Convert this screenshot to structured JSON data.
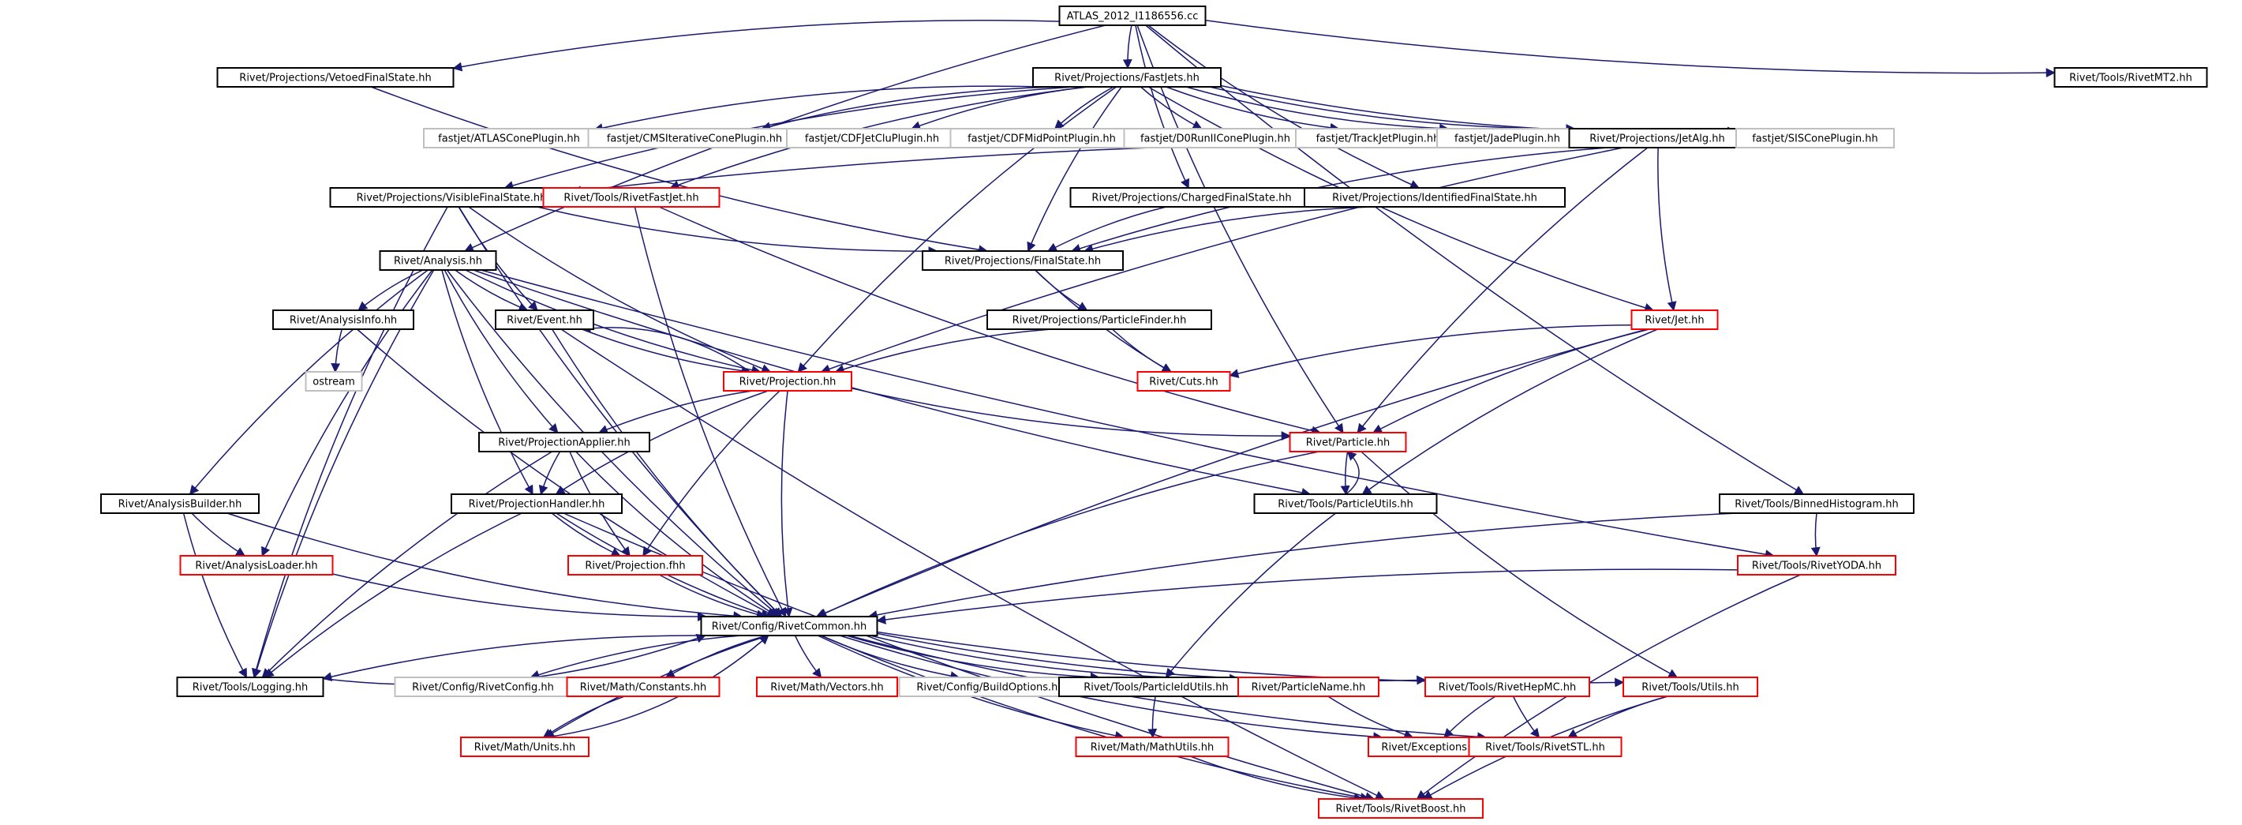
{
  "diagram": {
    "type": "include-dependency-graph",
    "colors": {
      "root_fill": "#bfbfbf",
      "documented_border": "#000000",
      "undocumented_border": "#ff0000",
      "external_border": "#bfbfbf",
      "edge": "#191970"
    },
    "nodes": [
      {
        "id": "root",
        "label": "ATLAS_2012_I1186556.cc",
        "kind": "root"
      },
      {
        "id": "vetoed",
        "label": "Rivet/Projections/VetoedFinalState.hh",
        "kind": "doc"
      },
      {
        "id": "fastjets",
        "label": "Rivet/Projections/FastJets.hh",
        "kind": "doc"
      },
      {
        "id": "mt2",
        "label": "Rivet/Tools/RivetMT2.hh",
        "kind": "doc"
      },
      {
        "id": "atlascone",
        "label": "fastjet/ATLASConePlugin.hh",
        "kind": "ext"
      },
      {
        "id": "cmsiter",
        "label": "fastjet/CMSIterativeConePlugin.hh",
        "kind": "ext"
      },
      {
        "id": "cdfjetclu",
        "label": "fastjet/CDFJetCluPlugin.hh",
        "kind": "ext"
      },
      {
        "id": "cdfmid",
        "label": "fastjet/CDFMidPointPlugin.hh",
        "kind": "ext"
      },
      {
        "id": "d0run",
        "label": "fastjet/D0RunIIConePlugin.hh",
        "kind": "ext"
      },
      {
        "id": "trackjet",
        "label": "fastjet/TrackJetPlugin.hh",
        "kind": "ext"
      },
      {
        "id": "jade",
        "label": "fastjet/JadePlugin.hh",
        "kind": "ext"
      },
      {
        "id": "jetalg",
        "label": "Rivet/Projections/JetAlg.hh",
        "kind": "doc"
      },
      {
        "id": "siscone",
        "label": "fastjet/SISConePlugin.hh",
        "kind": "ext"
      },
      {
        "id": "visiblefs",
        "label": "Rivet/Projections/VisibleFinalState.hh",
        "kind": "doc"
      },
      {
        "id": "rivetfastjet",
        "label": "Rivet/Tools/RivetFastJet.hh",
        "kind": "undoc"
      },
      {
        "id": "chargedfs",
        "label": "Rivet/Projections/ChargedFinalState.hh",
        "kind": "doc"
      },
      {
        "id": "identfs",
        "label": "Rivet/Projections/IdentifiedFinalState.hh",
        "kind": "doc"
      },
      {
        "id": "analysis",
        "label": "Rivet/Analysis.hh",
        "kind": "doc"
      },
      {
        "id": "finalstate",
        "label": "Rivet/Projections/FinalState.hh",
        "kind": "doc"
      },
      {
        "id": "analysisinfo",
        "label": "Rivet/AnalysisInfo.hh",
        "kind": "doc"
      },
      {
        "id": "event",
        "label": "Rivet/Event.hh",
        "kind": "doc"
      },
      {
        "id": "particlefinder",
        "label": "Rivet/Projections/ParticleFinder.hh",
        "kind": "doc"
      },
      {
        "id": "jet",
        "label": "Rivet/Jet.hh",
        "kind": "undoc"
      },
      {
        "id": "ostream",
        "label": "ostream",
        "kind": "ext"
      },
      {
        "id": "projection",
        "label": "Rivet/Projection.hh",
        "kind": "undoc"
      },
      {
        "id": "cuts",
        "label": "Rivet/Cuts.hh",
        "kind": "undoc"
      },
      {
        "id": "projapplier",
        "label": "Rivet/ProjectionApplier.hh",
        "kind": "doc"
      },
      {
        "id": "particle",
        "label": "Rivet/Particle.hh",
        "kind": "undoc"
      },
      {
        "id": "analysisbuilder",
        "label": "Rivet/AnalysisBuilder.hh",
        "kind": "doc"
      },
      {
        "id": "projhandler",
        "label": "Rivet/ProjectionHandler.hh",
        "kind": "doc"
      },
      {
        "id": "particleutils",
        "label": "Rivet/Tools/ParticleUtils.hh",
        "kind": "doc"
      },
      {
        "id": "binnedhisto",
        "label": "Rivet/Tools/BinnedHistogram.hh",
        "kind": "doc"
      },
      {
        "id": "analysisloader",
        "label": "Rivet/AnalysisLoader.hh",
        "kind": "undoc"
      },
      {
        "id": "projfhh",
        "label": "Rivet/Projection.fhh",
        "kind": "undoc"
      },
      {
        "id": "rivetyoda",
        "label": "Rivet/Tools/RivetYODA.hh",
        "kind": "undoc"
      },
      {
        "id": "common",
        "label": "Rivet/Config/RivetCommon.hh",
        "kind": "doc"
      },
      {
        "id": "logging",
        "label": "Rivet/Tools/Logging.hh",
        "kind": "doc"
      },
      {
        "id": "rivetconfig",
        "label": "Rivet/Config/RivetConfig.hh",
        "kind": "ext"
      },
      {
        "id": "constants",
        "label": "Rivet/Math/Constants.hh",
        "kind": "undoc"
      },
      {
        "id": "vectors",
        "label": "Rivet/Math/Vectors.hh",
        "kind": "undoc"
      },
      {
        "id": "buildoptions",
        "label": "Rivet/Config/BuildOptions.hh",
        "kind": "ext"
      },
      {
        "id": "particleidutils",
        "label": "Rivet/Tools/ParticleIdUtils.hh",
        "kind": "doc"
      },
      {
        "id": "particlename",
        "label": "Rivet/ParticleName.hh",
        "kind": "undoc"
      },
      {
        "id": "rivethepmc",
        "label": "Rivet/Tools/RivetHepMC.hh",
        "kind": "undoc"
      },
      {
        "id": "utils",
        "label": "Rivet/Tools/Utils.hh",
        "kind": "undoc"
      },
      {
        "id": "units",
        "label": "Rivet/Math/Units.hh",
        "kind": "undoc"
      },
      {
        "id": "mathutils",
        "label": "Rivet/Math/MathUtils.hh",
        "kind": "undoc"
      },
      {
        "id": "exceptions",
        "label": "Rivet/Exceptions.hh",
        "kind": "undoc"
      },
      {
        "id": "rivetstl",
        "label": "Rivet/Tools/RivetSTL.hh",
        "kind": "undoc"
      },
      {
        "id": "rivetboost",
        "label": "Rivet/Tools/RivetBoost.hh",
        "kind": "undoc"
      }
    ],
    "edges": [
      [
        "root",
        "vetoed"
      ],
      [
        "root",
        "fastjets"
      ],
      [
        "root",
        "mt2"
      ],
      [
        "root",
        "analysis"
      ],
      [
        "root",
        "chargedfs"
      ],
      [
        "root",
        "identfs"
      ],
      [
        "root",
        "binnedhisto"
      ],
      [
        "root",
        "particle"
      ],
      [
        "vetoed",
        "finalstate"
      ],
      [
        "fastjets",
        "atlascone"
      ],
      [
        "fastjets",
        "cmsiter"
      ],
      [
        "fastjets",
        "cdfjetclu"
      ],
      [
        "fastjets",
        "cdfmid"
      ],
      [
        "fastjets",
        "d0run"
      ],
      [
        "fastjets",
        "trackjet"
      ],
      [
        "fastjets",
        "jade"
      ],
      [
        "fastjets",
        "jetalg"
      ],
      [
        "fastjets",
        "siscone"
      ],
      [
        "fastjets",
        "rivetfastjet"
      ],
      [
        "fastjets",
        "visiblefs"
      ],
      [
        "fastjets",
        "projection"
      ],
      [
        "fastjets",
        "finalstate"
      ],
      [
        "fastjets",
        "jet"
      ],
      [
        "jetalg",
        "visiblefs"
      ],
      [
        "jetalg",
        "finalstate"
      ],
      [
        "jetalg",
        "jet"
      ],
      [
        "jetalg",
        "particle"
      ],
      [
        "jetalg",
        "projection"
      ],
      [
        "visiblefs",
        "finalstate"
      ],
      [
        "visiblefs",
        "logging"
      ],
      [
        "visiblefs",
        "event"
      ],
      [
        "visiblefs",
        "projection"
      ],
      [
        "visiblefs",
        "common"
      ],
      [
        "rivetfastjet",
        "common"
      ],
      [
        "rivetfastjet",
        "particle"
      ],
      [
        "chargedfs",
        "finalstate"
      ],
      [
        "identfs",
        "finalstate"
      ],
      [
        "analysis",
        "analysisinfo"
      ],
      [
        "analysis",
        "event"
      ],
      [
        "analysis",
        "projection"
      ],
      [
        "analysis",
        "projapplier"
      ],
      [
        "analysis",
        "projhandler"
      ],
      [
        "analysis",
        "analysisbuilder"
      ],
      [
        "analysis",
        "analysisloader"
      ],
      [
        "analysis",
        "logging"
      ],
      [
        "analysis",
        "common"
      ],
      [
        "analysis",
        "particleutils"
      ],
      [
        "analysis",
        "rivetyoda"
      ],
      [
        "finalstate",
        "particlefinder"
      ],
      [
        "finalstate",
        "cuts"
      ],
      [
        "analysisinfo",
        "ostream"
      ],
      [
        "analysisinfo",
        "common"
      ],
      [
        "event",
        "projection"
      ],
      [
        "event",
        "common"
      ],
      [
        "event",
        "rivetboost"
      ],
      [
        "particlefinder",
        "projection"
      ],
      [
        "particlefinder",
        "cuts"
      ],
      [
        "jet",
        "cuts"
      ],
      [
        "jet",
        "particle"
      ],
      [
        "jet",
        "particleutils"
      ],
      [
        "jet",
        "common"
      ],
      [
        "projection",
        "event"
      ],
      [
        "projection",
        "projapplier"
      ],
      [
        "projection",
        "projhandler"
      ],
      [
        "projection",
        "projfhh"
      ],
      [
        "projection",
        "common"
      ],
      [
        "projection",
        "particle"
      ],
      [
        "projapplier",
        "projhandler"
      ],
      [
        "projapplier",
        "projfhh"
      ],
      [
        "projapplier",
        "common"
      ],
      [
        "projapplier",
        "logging"
      ],
      [
        "particle",
        "particleutils"
      ],
      [
        "particle",
        "common"
      ],
      [
        "particle",
        "utils"
      ],
      [
        "particleutils",
        "particle"
      ],
      [
        "particleutils",
        "particleidutils"
      ],
      [
        "binnedhisto",
        "rivetyoda"
      ],
      [
        "binnedhisto",
        "common"
      ],
      [
        "analysisbuilder",
        "analysisloader"
      ],
      [
        "analysisbuilder",
        "logging"
      ],
      [
        "analysisbuilder",
        "common"
      ],
      [
        "projhandler",
        "projfhh"
      ],
      [
        "projhandler",
        "common"
      ],
      [
        "projhandler",
        "logging"
      ],
      [
        "projhandler",
        "rivetboost"
      ],
      [
        "analysisloader",
        "common"
      ],
      [
        "projfhh",
        "common"
      ],
      [
        "rivetyoda",
        "common"
      ],
      [
        "rivetyoda",
        "rivetboost"
      ],
      [
        "common",
        "logging"
      ],
      [
        "common",
        "rivetconfig"
      ],
      [
        "common",
        "constants"
      ],
      [
        "common",
        "vectors"
      ],
      [
        "common",
        "buildoptions"
      ],
      [
        "common",
        "particleidutils"
      ],
      [
        "common",
        "particlename"
      ],
      [
        "common",
        "rivethepmc"
      ],
      [
        "common",
        "utils"
      ],
      [
        "common",
        "units"
      ],
      [
        "common",
        "mathutils"
      ],
      [
        "common",
        "exceptions"
      ],
      [
        "common",
        "rivetstl"
      ],
      [
        "common",
        "rivetboost"
      ],
      [
        "logging",
        "common"
      ],
      [
        "constants",
        "units"
      ],
      [
        "particleidutils",
        "mathutils"
      ],
      [
        "particlename",
        "exceptions"
      ],
      [
        "rivethepmc",
        "exceptions"
      ],
      [
        "rivethepmc",
        "rivetstl"
      ],
      [
        "utils",
        "rivetstl"
      ],
      [
        "utils",
        "rivetboost"
      ],
      [
        "units",
        "common"
      ],
      [
        "mathutils",
        "rivetboost"
      ]
    ]
  }
}
